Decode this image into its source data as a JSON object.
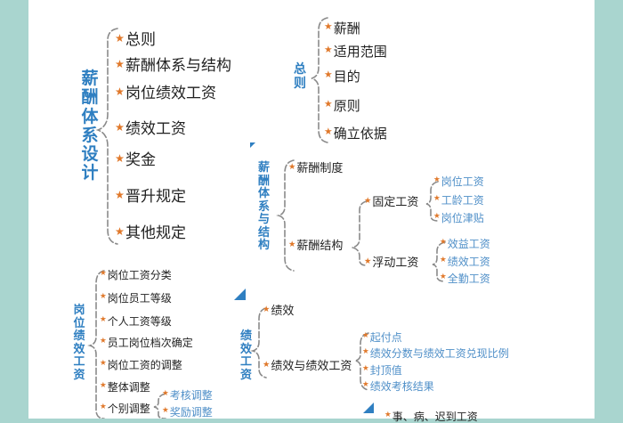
{
  "main": {
    "title": "薪酬体系设计",
    "items": [
      "总则",
      "薪酬体系与结构",
      "岗位绩效工资",
      "绩效工资",
      "奖金",
      "晋升规定",
      "其他规定"
    ]
  },
  "zongze": {
    "title": "总则",
    "items": [
      "薪酬",
      "适用范围",
      "目的",
      "原则",
      "确立依据"
    ]
  },
  "system": {
    "title": "薪酬体系与结构",
    "items": [
      "薪酬制度",
      "薪酬结构"
    ],
    "fixed": {
      "label": "固定工资",
      "items": [
        "岗位工资",
        "工龄工资",
        "岗位津贴"
      ]
    },
    "floating": {
      "label": "浮动工资",
      "items": [
        "效益工资",
        "绩效工资",
        "全勤工资"
      ]
    }
  },
  "post": {
    "title": "岗位绩效工资",
    "items": [
      "岗位工资分类",
      "岗位员工等级",
      "个人工资等级",
      "员工岗位档次确定",
      "岗位工资的调整",
      "整体调整",
      "个别调整"
    ],
    "sub": [
      "考核调整",
      "奖励调整"
    ]
  },
  "perf": {
    "title": "绩效工资",
    "items": [
      "绩效",
      "绩效与绩效工资"
    ],
    "sub": [
      "起付点",
      "绩效分数与绩效工资兑现比例",
      "封顶值",
      "绩效考核结果"
    ]
  },
  "bottom_fragment": "事、病、迟到工资",
  "colors": {
    "star": "#e0782a",
    "title": "#2f7fc1",
    "link": "#4f8fc8",
    "bg": "#a9d5cf"
  }
}
